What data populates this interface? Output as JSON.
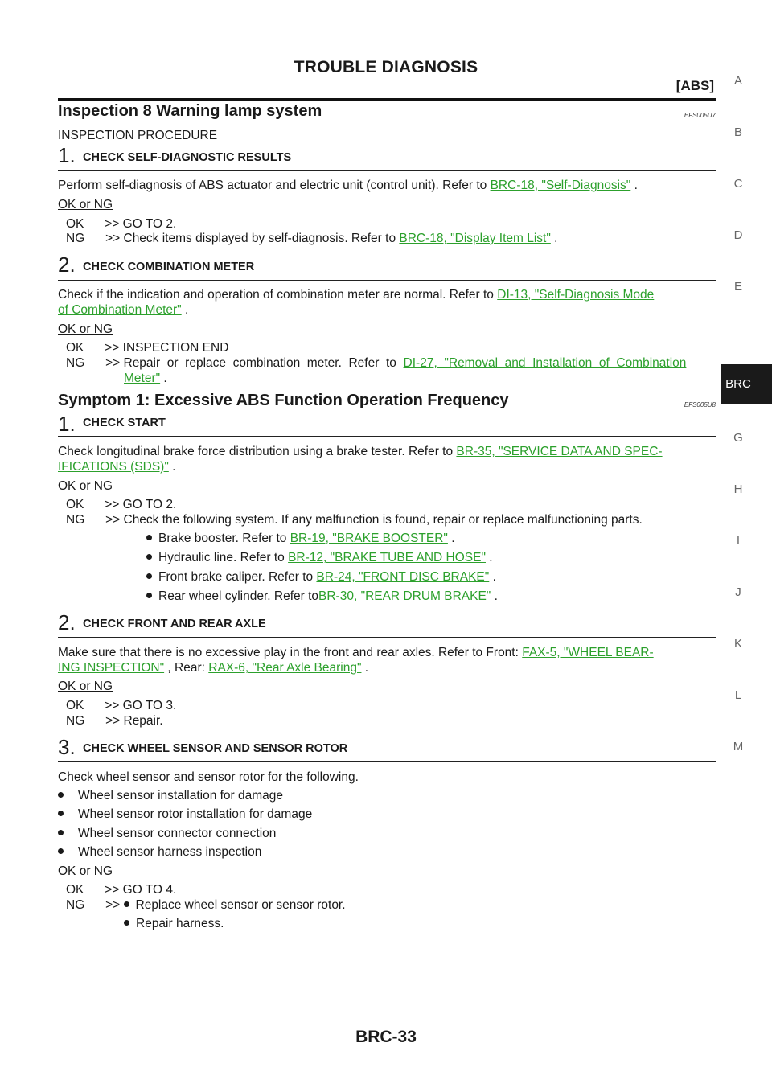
{
  "header": {
    "title": "TROUBLE DIAGNOSIS",
    "subtitle": "[ABS]"
  },
  "sidenav": {
    "letters": [
      "A",
      "B",
      "C",
      "D",
      "E",
      "G",
      "H",
      "I",
      "J",
      "K",
      "L",
      "M"
    ],
    "active": "BRC"
  },
  "inspection8": {
    "title": "Inspection 8 Warning lamp system",
    "code": "EFS005U7",
    "procedure_label": "INSPECTION PROCEDURE",
    "step1": {
      "num": "1.",
      "title": "CHECK SELF-DIAGNOSTIC RESULTS",
      "text": "Perform self-diagnosis of ABS actuator and electric unit (control unit). Refer to ",
      "link": "BRC-18, \"Self-Diagnosis\"",
      "after": " .",
      "okng": "OK or NG",
      "ok": "OK      >> GO TO 2.",
      "ng_pre": "NG      >> Check items displayed by self-diagnosis. Refer to ",
      "ng_link": "BRC-18, \"Display Item List\"",
      "ng_after": " ."
    },
    "step2": {
      "num": "2.",
      "title": "CHECK COMBINATION METER",
      "text1": "Check if the indication and operation of combination meter are normal. Refer to ",
      "link1": "DI-13, \"Self-Diagnosis Mode",
      "link2": "of Combination Meter\"",
      "after": " .",
      "okng": "OK or NG",
      "ok": "OK      >> INSPECTION END",
      "ng_pre": "NG      >> Repair  or  replace  combination  meter.  Refer  to  ",
      "ng_link1": "DI-27,  \"Removal  and  Installation  of  Combination",
      "ng_link2": "Meter\"",
      "ng_after": " ."
    }
  },
  "symptom1": {
    "title": "Symptom 1: Excessive ABS Function Operation Frequency",
    "code": "EFS005U8",
    "step1": {
      "num": "1.",
      "title": "CHECK START",
      "text": "Check longitudinal brake force distribution using a brake tester. Refer to ",
      "link1": "BR-35, \"SERVICE DATA AND SPEC-",
      "link2": "IFICATIONS (SDS)\"",
      "after": " .",
      "okng": "OK or NG",
      "ok": "OK      >> GO TO 2.",
      "ng": "NG      >> Check the following system. If any malfunction is found, repair or replace malfunctioning parts.",
      "items": [
        {
          "pre": "Brake booster. Refer to ",
          "link": "BR-19, \"BRAKE BOOSTER\"",
          "after": " ."
        },
        {
          "pre": "Hydraulic line. Refer to ",
          "link": "BR-12, \"BRAKE TUBE AND HOSE\"",
          "after": " ."
        },
        {
          "pre": "Front brake caliper. Refer to ",
          "link": "BR-24, \"FRONT DISC BRAKE\"",
          "after": " ."
        },
        {
          "pre": "Rear wheel cylinder. Refer to",
          "link": "BR-30, \"REAR DRUM BRAKE\"",
          "after": " ."
        }
      ]
    },
    "step2": {
      "num": "2.",
      "title": "CHECK FRONT AND REAR AXLE",
      "text": "Make sure that there is no excessive play in the front and rear axles. Refer to Front: ",
      "link1": "FAX-5, \"WHEEL BEAR-",
      "link2": "ING INSPECTION\"",
      "mid": " , Rear: ",
      "link3": "RAX-6, \"Rear Axle Bearing\"",
      "after": " .",
      "okng": "OK or NG",
      "ok": "OK      >> GO TO 3.",
      "ng": "NG      >> Repair."
    },
    "step3": {
      "num": "3.",
      "title": "CHECK WHEEL SENSOR AND SENSOR ROTOR",
      "text": "Check wheel sensor and sensor rotor for the following.",
      "items": [
        "Wheel sensor installation for damage",
        "Wheel sensor rotor installation for damage",
        "Wheel sensor connector connection",
        "Wheel sensor harness inspection"
      ],
      "okng": "OK or NG",
      "ok": "OK      >> GO TO 4.",
      "ng_prefix": "NG      >> ",
      "ng_items": [
        "Replace wheel sensor or sensor rotor.",
        "Repair harness."
      ]
    }
  },
  "footer": {
    "page": "BRC-33"
  }
}
